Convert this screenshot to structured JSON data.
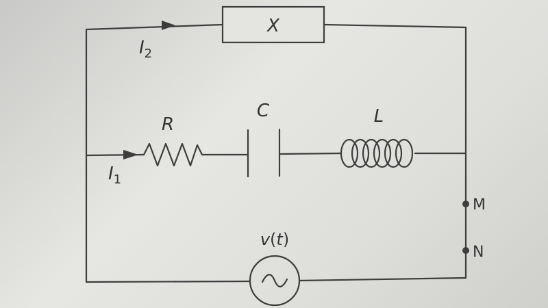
{
  "labels": {
    "element_x": "X",
    "current_top": "I",
    "current_top_sub": "2",
    "current_mid": "I",
    "current_mid_sub": "1",
    "resistor": "R",
    "capacitor": "C",
    "inductor": "L",
    "node_m": "M",
    "node_n": "N",
    "source_fn": "v",
    "source_open": "(",
    "source_var": "t",
    "source_close": ")"
  },
  "colors": {
    "ink": "#3d3d3d",
    "paper": "#dededb"
  },
  "icons": {
    "source": "ac-source-icon",
    "resistor": "resistor-icon",
    "capacitor": "capacitor-icon",
    "inductor": "inductor-icon"
  }
}
